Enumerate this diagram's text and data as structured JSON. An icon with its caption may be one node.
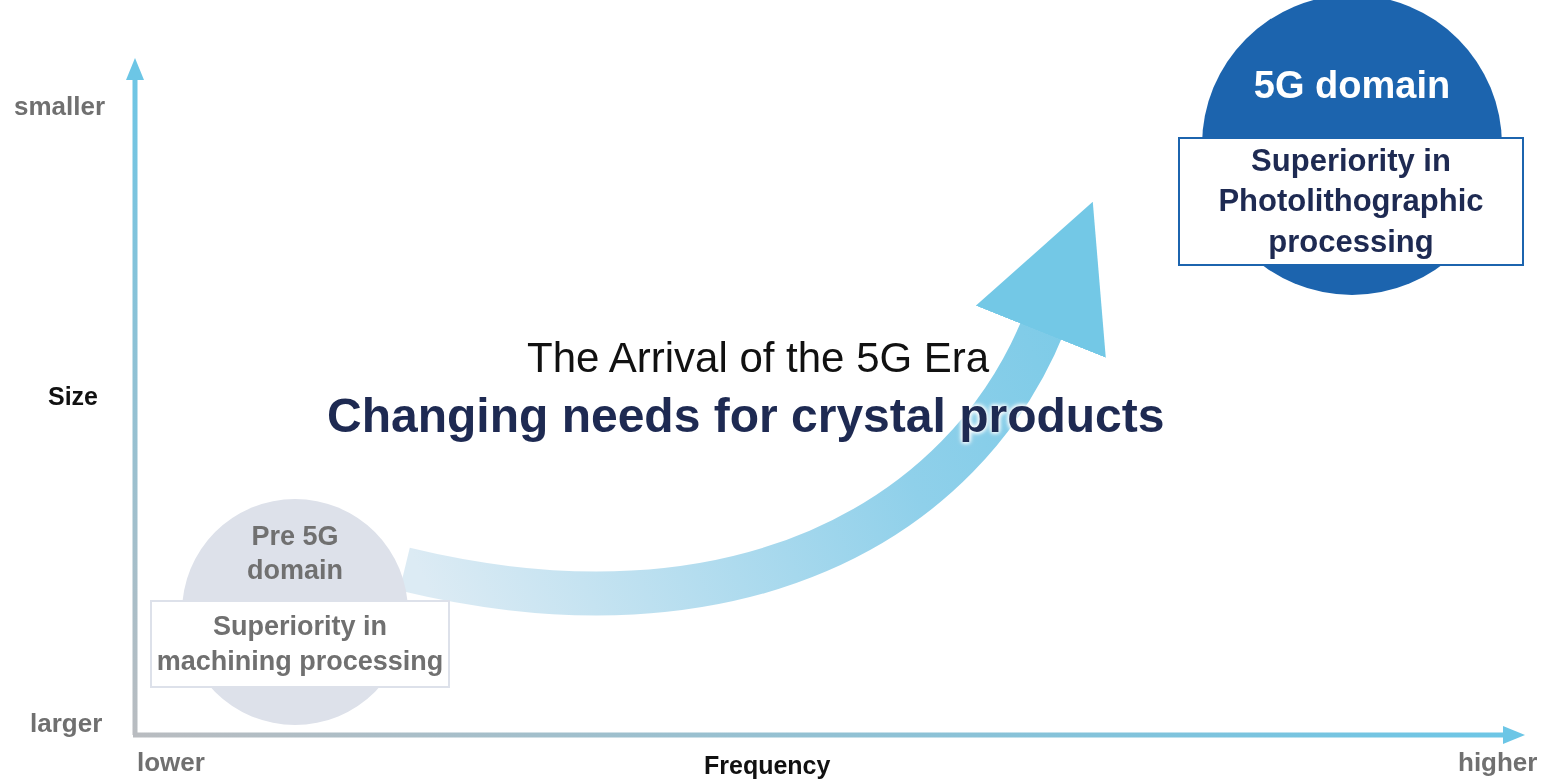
{
  "diagram": {
    "nodes": [
      {
        "text": [
          "Pre 5G domain"
        ]
      },
      {
        "text": [
          "Superiority in machining processing"
        ]
      },
      {
        "text": [
          "5G domain"
        ]
      },
      {
        "text": [
          "Superiority in Photolithographic processing"
        ]
      }
    ],
    "edges": [
      {
        "from": 0,
        "to": 2,
        "arrow": "to"
      }
    ],
    "labels": [
      "smaller",
      "The Arrival of the 5G Era",
      "Size",
      "Changing needs for crystal products",
      "larger",
      "lower",
      "Frequency",
      "higher"
    ]
  }
}
